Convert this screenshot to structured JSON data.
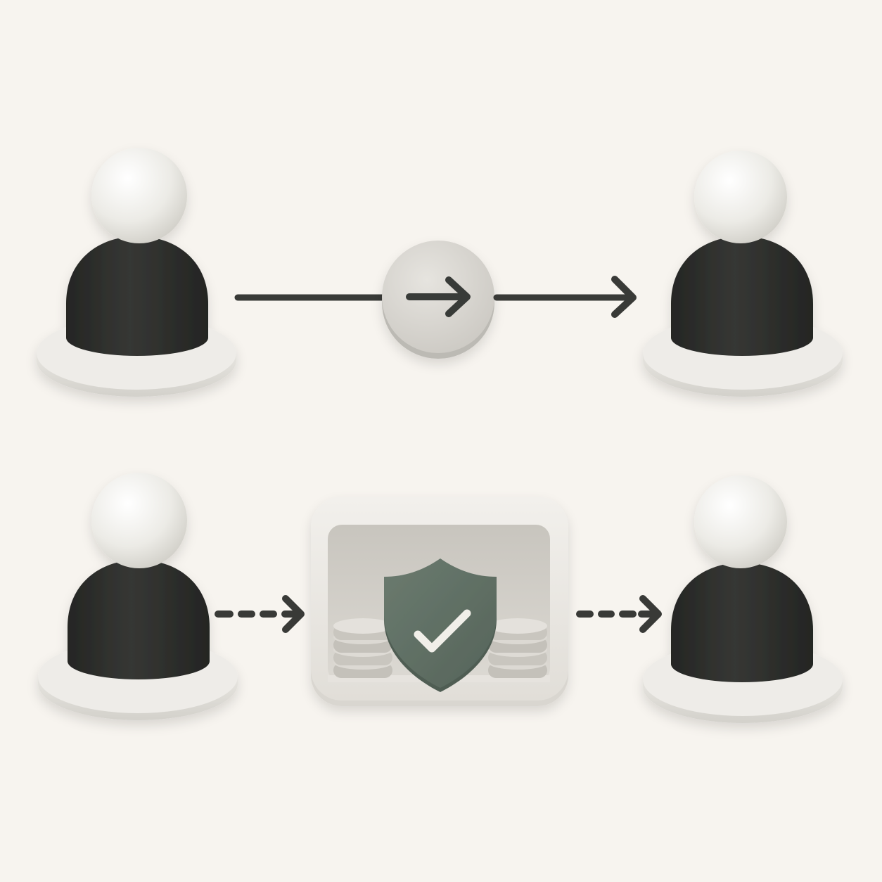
{
  "colors": {
    "background": "#f7f4ef",
    "figure_body": "#2e2f2c",
    "figure_head": "#ecebe6",
    "base": "#ecebe7",
    "arrow": "#393a37",
    "token": "#d8d6d0",
    "box_frame": "#ecebe6",
    "box_inner": "#cfccc5",
    "shield": "#5e6e62",
    "check": "#f1efe9",
    "coins": "#cdcbc5"
  },
  "rows": [
    {
      "sender": {
        "icon": "person-figure"
      },
      "connector": {
        "style": "solid",
        "via": "circular-arrow-token",
        "via_icon": "arrow-right-icon"
      },
      "receiver": {
        "icon": "person-figure"
      }
    },
    {
      "sender": {
        "icon": "person-figure"
      },
      "connector": {
        "style": "dashed",
        "via": "escrow-box",
        "via_icons": [
          "shield-check-icon",
          "coin-stack-icon"
        ]
      },
      "receiver": {
        "icon": "person-figure"
      }
    }
  ]
}
